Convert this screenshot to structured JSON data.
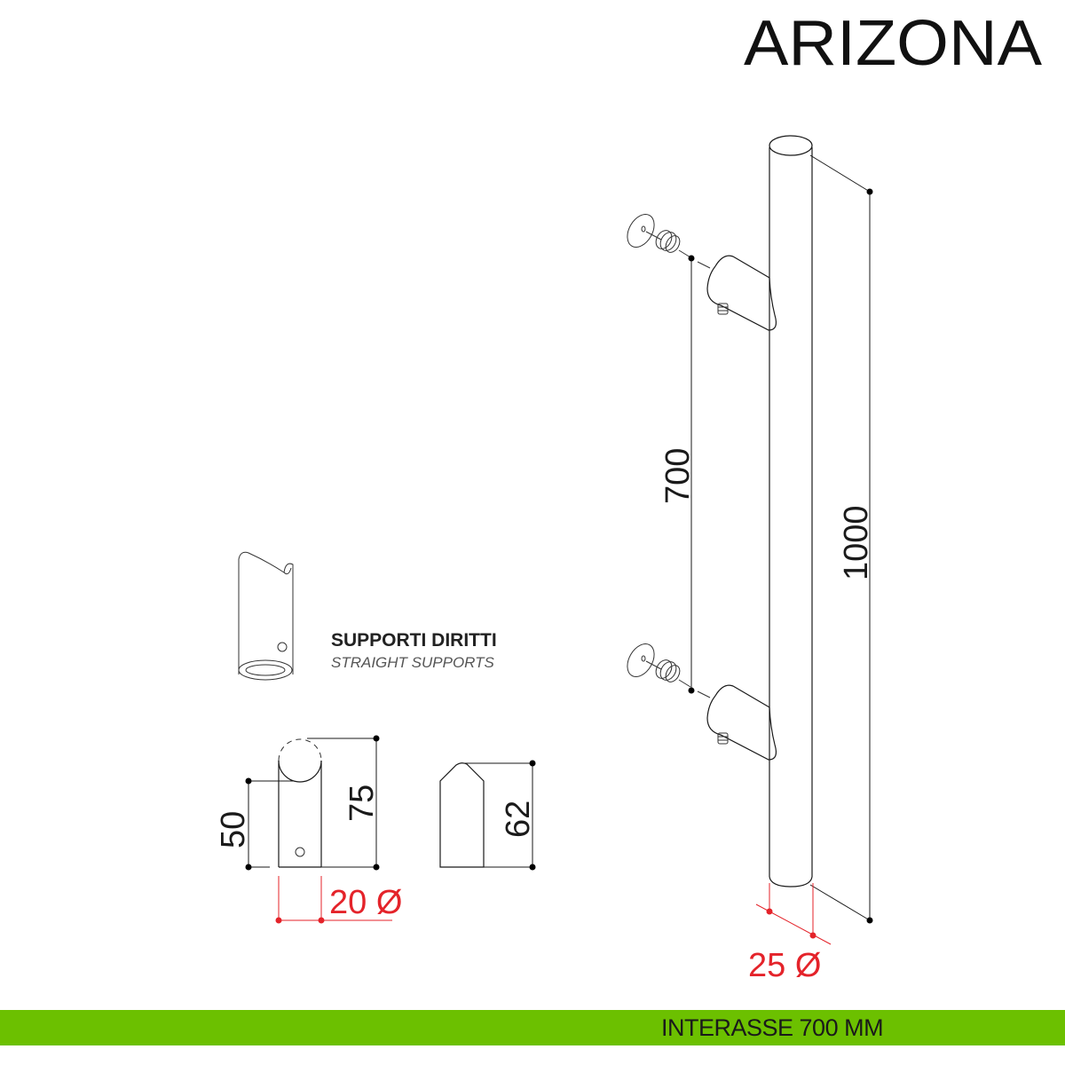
{
  "title": "ARIZONA",
  "supports": {
    "label": "SUPPORTI DIRITTI",
    "sublabel": "STRAIGHT SUPPORTS"
  },
  "dimensions": {
    "center_distance": "700",
    "total_length": "1000",
    "bar_diameter": "25 Ø",
    "support_height_hole": "50",
    "support_height_total": "75",
    "support_side_height": "62",
    "support_diameter": "20 Ø"
  },
  "footer": {
    "text": "INTERASSE 700 MM"
  },
  "colors": {
    "accent_green": "#6cc000",
    "dimension_red": "#e4232a"
  }
}
